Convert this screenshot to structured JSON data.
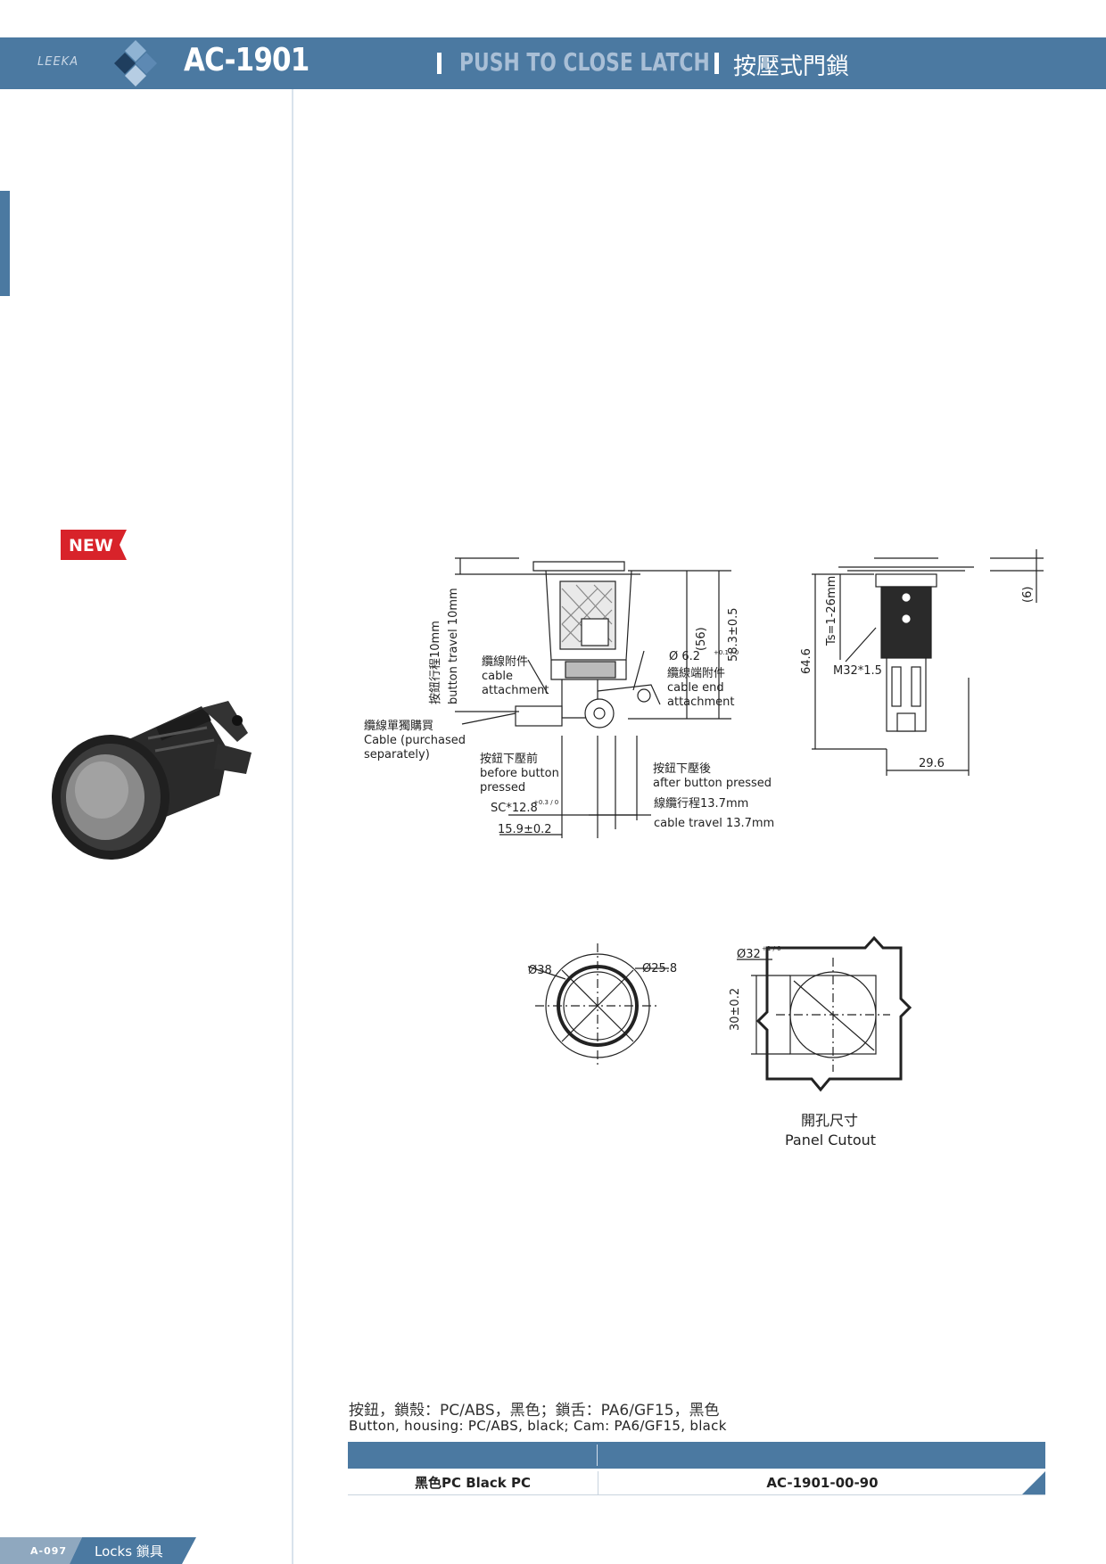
{
  "header": {
    "brand": "LEEKA",
    "model": "AC-1901",
    "title_en": "PUSH TO CLOSE LATCH",
    "title_cn": "按壓式門鎖"
  },
  "badge": {
    "label": "NEW"
  },
  "drawing": {
    "button_travel_cn": "按鈕行程10mm",
    "button_travel_en": "button travel 10mm",
    "cable_attachment_cn": "纜線附件",
    "cable_attachment_en1": "cable",
    "cable_attachment_en2": "attachment",
    "cable_purchased_cn": "纜線單獨購買",
    "cable_purchased_en1": "Cable (purchased",
    "cable_purchased_en2": "separately)",
    "before_pressed_cn": "按鈕下壓前",
    "before_pressed_en1": "before button",
    "before_pressed_en2": "pressed",
    "after_pressed_cn": "按鈕下壓後",
    "after_pressed_en": "after button pressed",
    "cable_travel_cn": "線纜行程13.7mm",
    "cable_travel_en": "cable travel 13.7mm",
    "cable_end_cn": "纜線端附件",
    "cable_end_en1": "cable end",
    "cable_end_en2": "attachment",
    "dim_hole": "Ø 6.2",
    "dim_hole_tol": "+0.1 / 0",
    "dim_56": "(56)",
    "dim_58": "58.3±0.5",
    "dim_sc": "SC*12.8",
    "dim_sc_tol": "+0.3 / 0",
    "dim_159": "15.9±0.2",
    "dim_646": "64.6",
    "dim_ts": "Ts=1-26mm",
    "dim_thread": "M32*1.5",
    "dim_6": "(6)",
    "dim_296": "29.6",
    "dim_38": "Ø38",
    "dim_258": "Ø25.8",
    "dim_32": "Ø32",
    "dim_32_tol": "+1 / 0",
    "dim_30": "30±0.2",
    "cutout_cn": "開孔尺寸",
    "cutout_en": "Panel Cutout"
  },
  "spec": {
    "cn": "按鈕，鎖殼：PC/ABS，黑色；鎖舌：PA6/GF15，黑色",
    "en": "Button, housing: PC/ABS, black; Cam: PA6/GF15, black"
  },
  "table": {
    "rows": [
      {
        "color": "黑色PC  Black PC",
        "part_no": "AC-1901-00-90"
      }
    ]
  },
  "footer": {
    "page": "A-097",
    "section": "Locks 鎖具"
  },
  "colors": {
    "accent": "#4b79a1",
    "badge": "#d8232a"
  }
}
